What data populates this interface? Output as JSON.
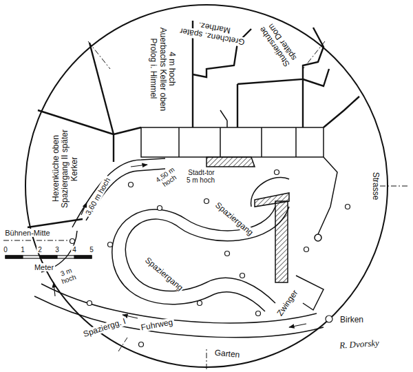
{
  "diagram": {
    "nodes": [
      {
        "text": [
          "Gretchenz. später Marthez."
        ]
      },
      {
        "text": [
          "Studierstube später Dom"
        ]
      },
      {
        "text": [
          "4 m hoch",
          "Auerbachs Keller oben Prolog i. Himmel"
        ]
      },
      {
        "text": [
          "Hexenküche oben Spaziergang II später Kerker"
        ]
      },
      {
        "text": [
          "Stadt-tor 5 m hoch"
        ]
      }
    ],
    "labels": [
      "4,50 m hoch",
      "3,60 m hoch",
      "Spaziergang",
      "Spaziergang",
      "Zwinger",
      "Strasse",
      "Birken",
      "Fuhrweg",
      "Spaziergg. I",
      "Garten",
      "3 m hoch",
      "Bühnen-Mitte",
      "0",
      "1",
      "2",
      "3",
      "4",
      "5",
      "Meter",
      "R. Dvorsky"
    ]
  }
}
